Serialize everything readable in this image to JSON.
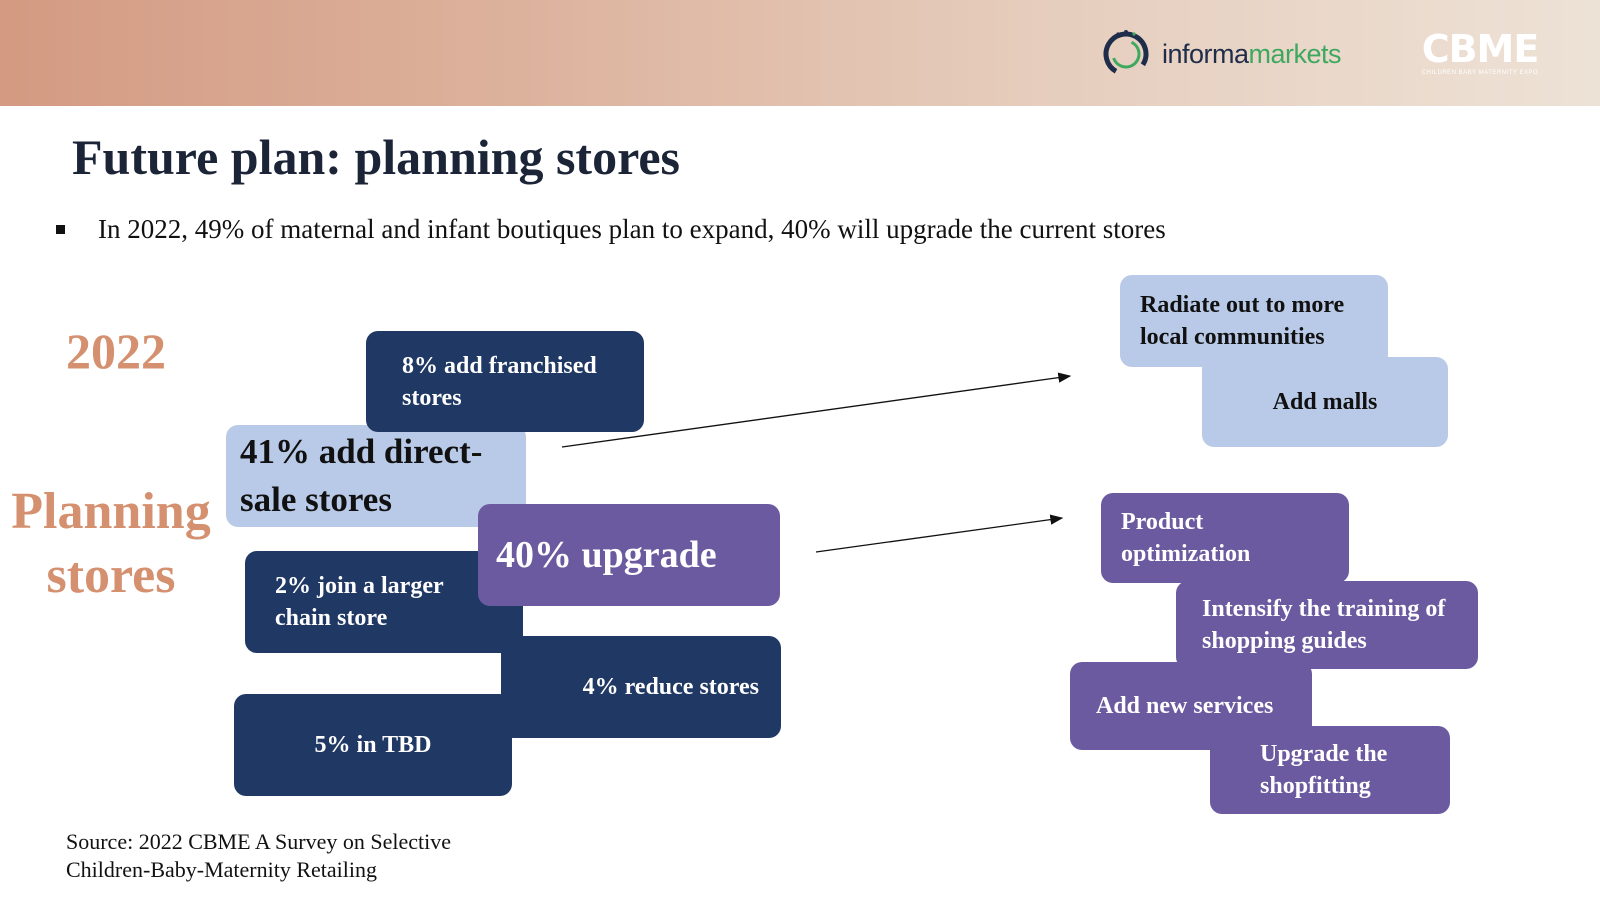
{
  "header": {
    "logo_informa": {
      "word1": "informa",
      "word2": "markets",
      "icon": "informa-circle-icon"
    },
    "logo_cbme": {
      "text": "CBME",
      "subtitle": "CHILDREN BABY MATERNITY EXPO"
    }
  },
  "title": "Future plan: planning stores",
  "bullet": "In 2022, 49% of maternal and infant boutiques plan to expand, 40% will upgrade the current stores",
  "year_label": "2022",
  "planning_label": [
    "Planning",
    "stores"
  ],
  "left_boxes": {
    "franchised": "8% add franchised stores",
    "direct_sale": "41% add direct-sale stores",
    "upgrade": "40% upgrade",
    "join_chain": "2% join a larger chain store",
    "reduce": "4% reduce stores",
    "tbd": "5% in TBD"
  },
  "expand_outcomes": {
    "radiate": "Radiate out to more local communities",
    "malls": "Add malls"
  },
  "upgrade_outcomes": {
    "product": "Product optimization",
    "training": "Intensify the training of shopping guides",
    "services": "Add new services",
    "shopfitting": "Upgrade the shopfitting"
  },
  "source": "Source: 2022 CBME A Survey on Selective Children-Baby-Maternity Retailing",
  "colors": {
    "dark_navy": "#203864",
    "purple": "#6b5aa0",
    "light_blue": "#b9cae8",
    "accent_orange": "#d4906f",
    "title": "#1c2537"
  }
}
